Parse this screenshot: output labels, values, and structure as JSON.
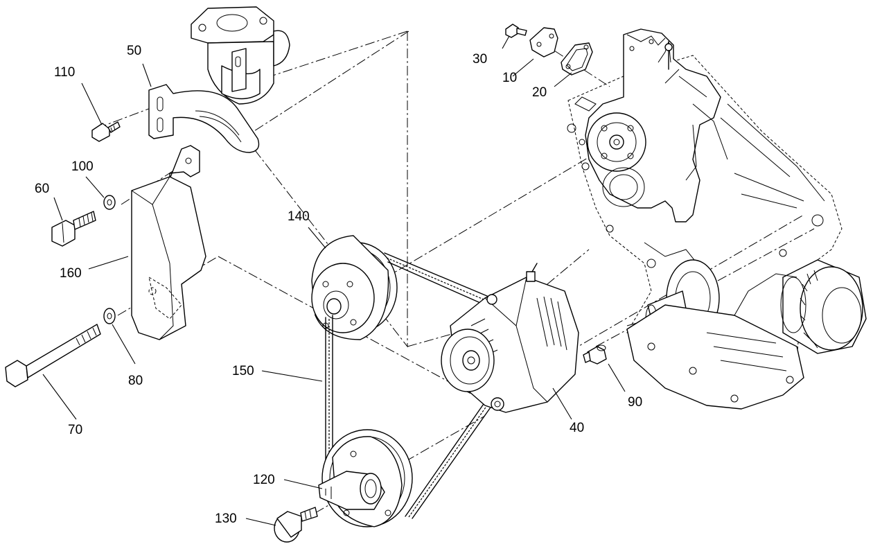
{
  "labels": {
    "p10": "10",
    "p20": "20",
    "p30": "30",
    "p40": "40",
    "p50": "50",
    "p60": "60",
    "p70": "70",
    "p80": "80",
    "p90": "90",
    "p100": "100",
    "p110": "110",
    "p120": "120",
    "p130": "130",
    "p140": "140",
    "p150": "150",
    "p160": "160"
  }
}
